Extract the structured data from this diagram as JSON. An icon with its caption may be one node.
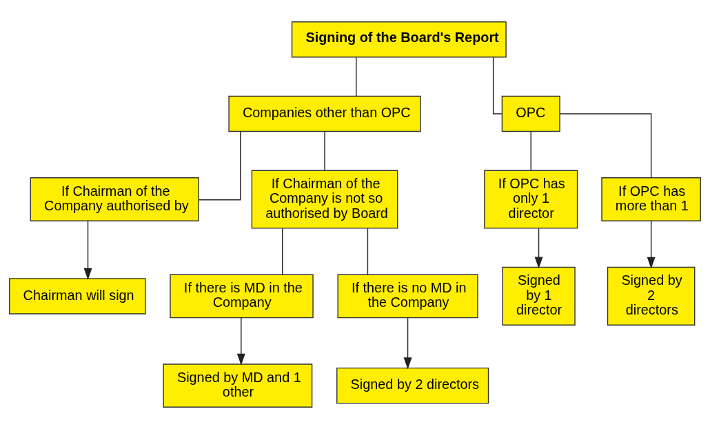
{
  "diagram": {
    "nodes": [
      {
        "text": [
          "Signing of the Board's Report"
        ]
      },
      {
        "text": [
          "Companies other than OPC"
        ]
      },
      {
        "text": [
          "OPC"
        ]
      },
      {
        "text": [
          "If Chairman of the Company authorised by"
        ]
      },
      {
        "text": [
          "If Chairman of the Company is not so authorised by Board"
        ]
      },
      {
        "text": [
          "If OPC has only 1 director"
        ]
      },
      {
        "text": [
          "If OPC has more than 1"
        ]
      },
      {
        "text": [
          "Chairman will sign"
        ]
      },
      {
        "text": [
          "If there is MD in the Company"
        ]
      },
      {
        "text": [
          "If there is no MD in the Company"
        ]
      },
      {
        "text": [
          "Signed by 1 director"
        ]
      },
      {
        "text": [
          "Signed by 2 directors"
        ]
      },
      {
        "text": [
          "Signed by MD and 1 other"
        ]
      },
      {
        "text": [
          "Signed by 2 directors"
        ]
      }
    ],
    "edges": [
      {
        "from": 0,
        "to": 1,
        "arrow": "none"
      },
      {
        "from": 0,
        "to": 2,
        "arrow": "none"
      },
      {
        "from": 1,
        "to": 3,
        "arrow": "none"
      },
      {
        "from": 1,
        "to": 4,
        "arrow": "none"
      },
      {
        "from": 2,
        "to": 5,
        "arrow": "none"
      },
      {
        "from": 2,
        "to": 6,
        "arrow": "none"
      },
      {
        "from": 3,
        "to": 7,
        "arrow": "to"
      },
      {
        "from": 4,
        "to": 8,
        "arrow": "none"
      },
      {
        "from": 4,
        "to": 9,
        "arrow": "none"
      },
      {
        "from": 5,
        "to": 10,
        "arrow": "to"
      },
      {
        "from": 6,
        "to": 11,
        "arrow": "to"
      },
      {
        "from": 8,
        "to": 12,
        "arrow": "to"
      },
      {
        "from": 9,
        "to": 13,
        "arrow": "to"
      }
    ]
  }
}
